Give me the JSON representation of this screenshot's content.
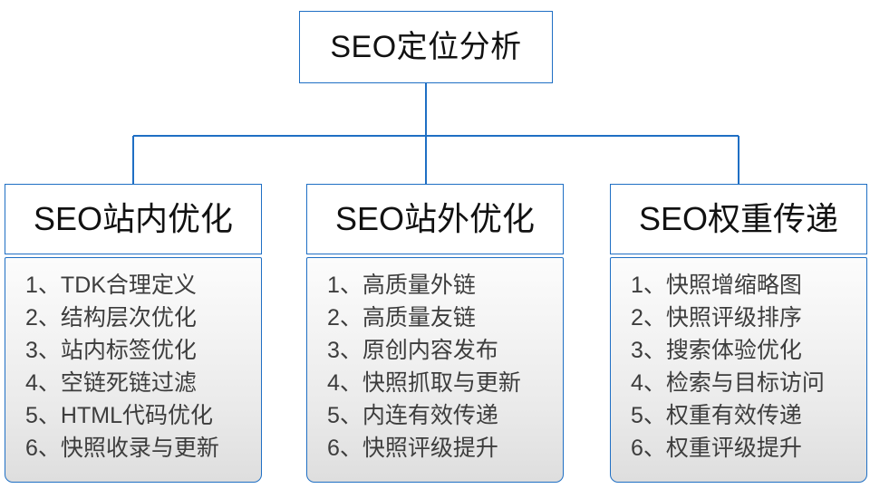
{
  "diagram": {
    "type": "org-tree",
    "orientation": "top-down",
    "line_color": "#1f6fc4",
    "box_border_color": "#1f6fc4",
    "header_background": "#ffffff",
    "body_background_top": "#fcfcfc",
    "body_background_bottom": "#dedede",
    "title_text_color": "#111111",
    "item_text_color": "#3d3d3d",
    "item_separator": "、"
  },
  "root": {
    "label": "SEO定位分析"
  },
  "columns": [
    {
      "header": "SEO站内优化",
      "items": [
        {
          "index": "1",
          "text": "TDK合理定义"
        },
        {
          "index": "2",
          "text": "结构层次优化"
        },
        {
          "index": "3",
          "text": "站内标签优化"
        },
        {
          "index": "4",
          "text": "空链死链过滤"
        },
        {
          "index": "5",
          "text": "HTML代码优化"
        },
        {
          "index": "6",
          "text": "快照收录与更新"
        }
      ]
    },
    {
      "header": "SEO站外优化",
      "items": [
        {
          "index": "1",
          "text": "高质量外链"
        },
        {
          "index": "2",
          "text": "高质量友链"
        },
        {
          "index": "3",
          "text": "原创内容发布"
        },
        {
          "index": "4",
          "text": "快照抓取与更新"
        },
        {
          "index": "5",
          "text": "内连有效传递"
        },
        {
          "index": "6",
          "text": "快照评级提升"
        }
      ]
    },
    {
      "header": "SEO权重传递",
      "items": [
        {
          "index": "1",
          "text": "快照增缩略图"
        },
        {
          "index": "2",
          "text": "快照评级排序"
        },
        {
          "index": "3",
          "text": "搜索体验优化"
        },
        {
          "index": "4",
          "text": "检索与目标访问"
        },
        {
          "index": "5",
          "text": "权重有效传递"
        },
        {
          "index": "6",
          "text": "权重评级提升"
        }
      ]
    }
  ]
}
